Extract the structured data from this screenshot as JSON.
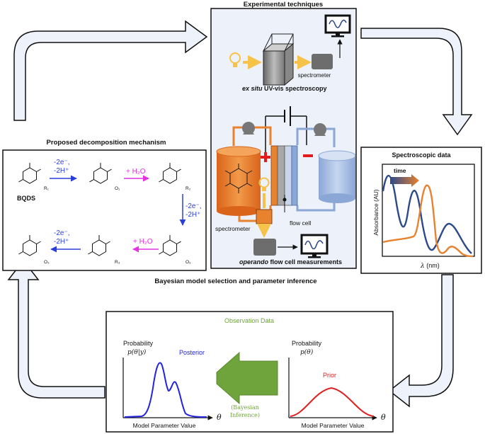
{
  "experimental": {
    "title": "Experimental techniques",
    "spectrometer_label": "spectrometer",
    "exsitu_prefix": "ex situ",
    "exsitu_suffix": " UV-vis spectroscopy",
    "spectrometer_label2": "spectrometer",
    "flowcell_label": "flow cell",
    "operando_prefix": "operando",
    "operando_suffix": " flow cell measurements"
  },
  "mechanism": {
    "title": "Proposed decomposition mechanism",
    "bqds": "BQDS",
    "labels": [
      "R₁",
      "O₁",
      "R₂",
      "O₂",
      "R₃",
      "O₃"
    ],
    "step1": [
      "-2e⁻,",
      "-2H⁺"
    ],
    "step2": "+ H₂O",
    "step3": [
      "-2e⁻,",
      "-2H⁺"
    ],
    "step4": "+ H₂O",
    "step5": [
      "-2e⁻,",
      "-2H⁺"
    ],
    "colors": {
      "blue": "#2a3fd8",
      "magenta": "#e331e3"
    }
  },
  "spectroscopic": {
    "title": "Spectroscopic data",
    "time_label": "time",
    "ylabel": "Absorbance (AU)",
    "xlabel_symbol": "λ",
    "xlabel_unit": " (nm)",
    "colors": {
      "blue_curve": "#2c4a8a",
      "orange_curve": "#e8822e"
    }
  },
  "bayesian": {
    "title": "Bayesian model selection and parameter inference",
    "observation": "Observation Data",
    "posterior_label": "Posterior",
    "posterior_prob": "Probability",
    "posterior_expr": "p(θ|y)",
    "prior_label": "Prior",
    "prior_prob": "Probability",
    "prior_expr": "p(θ)",
    "bayes_line1": "(Bayesian",
    "bayes_line2": "Inference)",
    "xaxis_left": "Model Parameter Value",
    "xaxis_right": "Model Parameter Value",
    "theta": "θ",
    "colors": {
      "green": "#6fa33b",
      "posterior": "#2323e0",
      "prior": "#e02020"
    }
  }
}
